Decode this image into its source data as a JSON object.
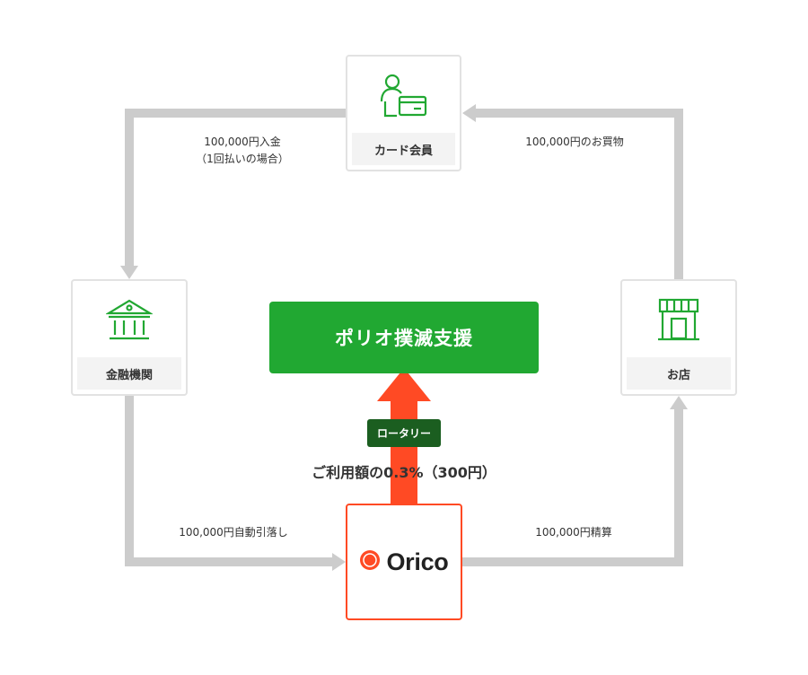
{
  "nodes": {
    "card_member": "カード会員",
    "bank": "金融機関",
    "shop": "お店",
    "orico": "Orico"
  },
  "edges": {
    "card_to_bank_line1": "100,000円入金",
    "card_to_bank_line2": "（1回払いの場合）",
    "shop_to_card": "100,000円のお買物",
    "bank_to_orico": "100,000円自動引落し",
    "orico_to_shop": "100,000円精算"
  },
  "center": {
    "title": "ポリオ撲滅支援",
    "rotary_badge": "ロータリー",
    "rate": "ご利用額の0.3%（300円）"
  },
  "colors": {
    "green": "#21a832",
    "dark_green": "#1b5e20",
    "orange": "#ff4a24",
    "gray_flow": "#cccccc"
  }
}
